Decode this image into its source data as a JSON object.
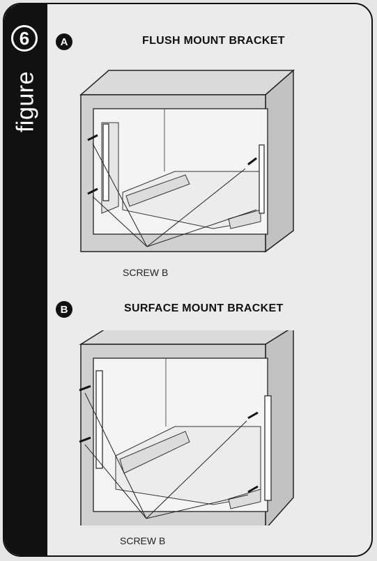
{
  "figure": {
    "number": "6",
    "word": "figure"
  },
  "section_a": {
    "badge": "A",
    "title": "FLUSH MOUNT BRACKET",
    "screw_label": "SCREW B"
  },
  "section_b": {
    "badge": "B",
    "title": "SURFACE MOUNT BRACKET",
    "screw_label": "SCREW B"
  },
  "colors": {
    "strip": "#111111",
    "cabinet_front": "#d0d0d0",
    "cabinet_side": "#c2c2c2",
    "cabinet_top": "#dadada",
    "cavity": "#f4f4f4",
    "line": "#222222"
  }
}
